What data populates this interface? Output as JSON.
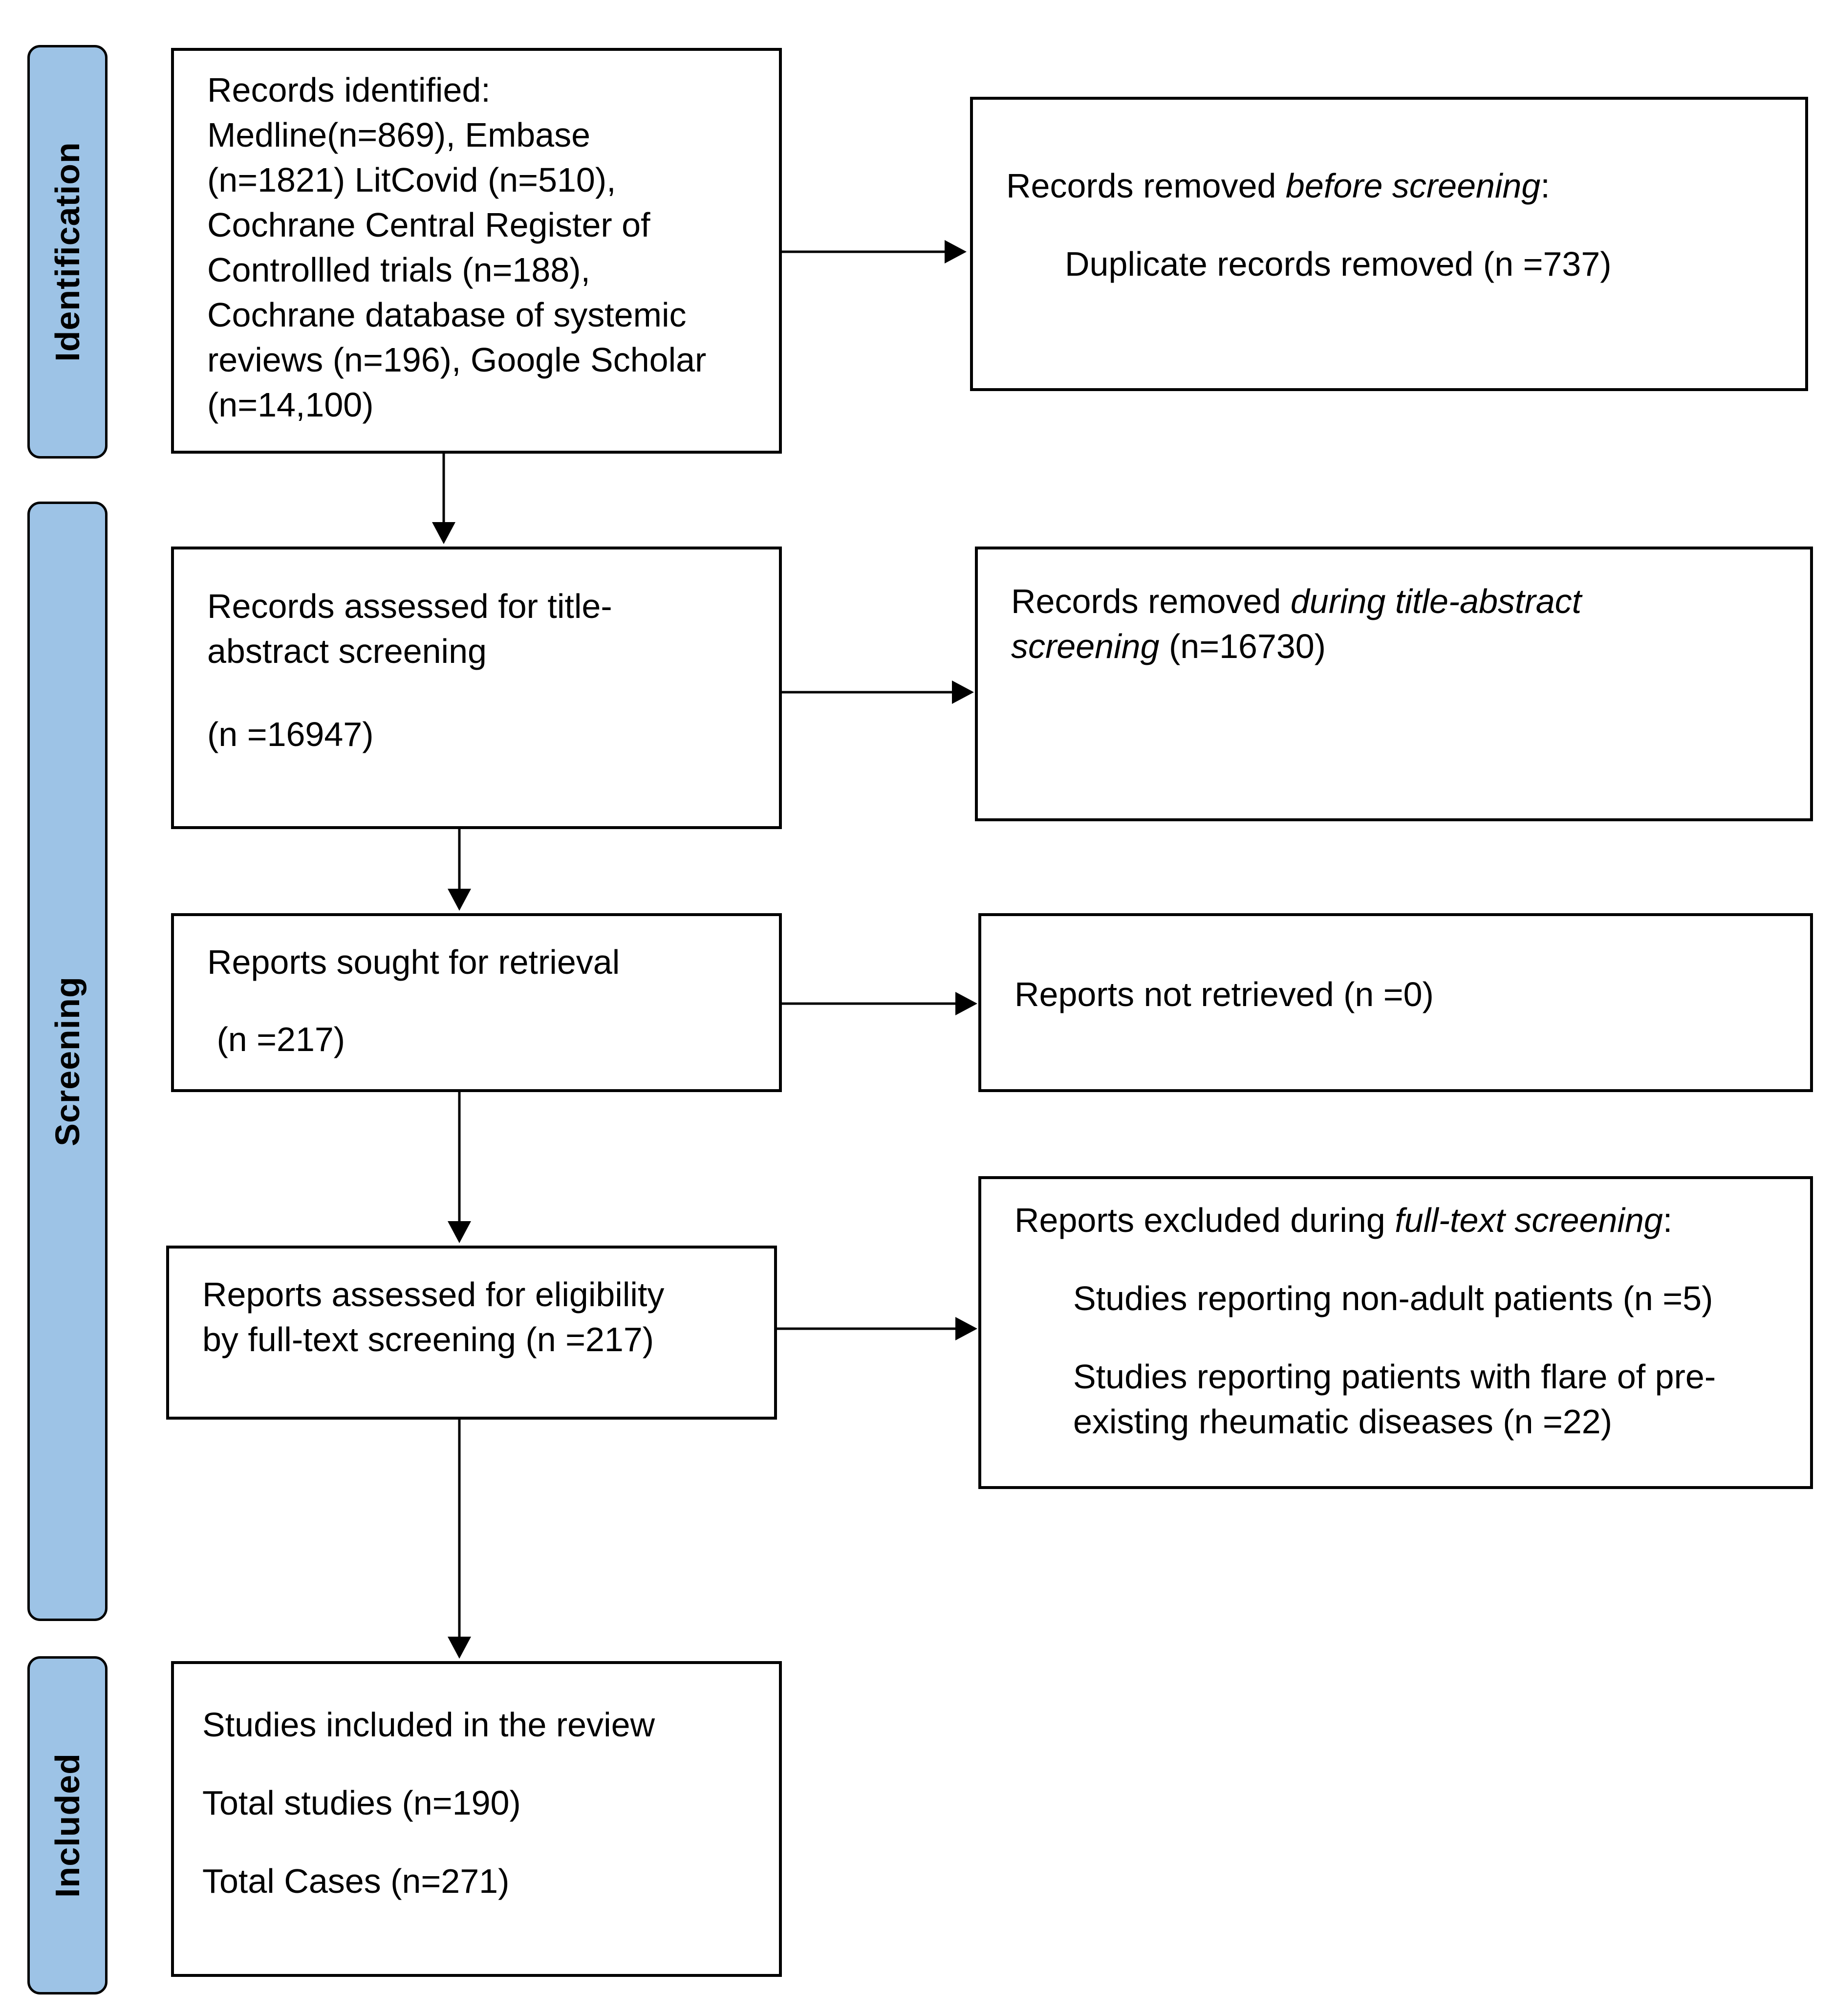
{
  "phases": {
    "identification": "Identification",
    "screening": "Screening",
    "included": "Included"
  },
  "boxes": {
    "records_identified": {
      "line1": "Records identified:",
      "line2": "Medline(n=869), Embase",
      "line3": "(n=1821) LitCovid (n=510),",
      "line4": "Cochrane Central Register of",
      "line5": "Controllled trials (n=188),",
      "line6": "Cochrane database of systemic",
      "line7": "reviews (n=196), Google Scholar",
      "line8": "(n=14,100)"
    },
    "removed_before": {
      "prefix": "Records removed ",
      "italic": "before screening",
      "suffix": ":",
      "detail": "Duplicate records removed (n =737)"
    },
    "assessed_title_abstract": {
      "line1": "Records assessed for title-",
      "line2": "abstract screening",
      "count": "(n =16947)"
    },
    "removed_during": {
      "prefix": "Records removed ",
      "italic1": "during title-abstract",
      "italic2": "screening",
      "suffix": " (n=16730)"
    },
    "sought_retrieval": {
      "line1": "Reports sought for retrieval",
      "count": " (n =217)"
    },
    "not_retrieved": {
      "text": "Reports not retrieved (n =0)"
    },
    "assessed_eligibility": {
      "line1": "Reports assessed for eligibility",
      "line2": "by full-text screening (n =217)"
    },
    "excluded_fulltext": {
      "prefix": "Reports excluded during ",
      "italic": "full-text screening",
      "suffix": ":",
      "reason1": "Studies reporting non-adult patients (n =5)",
      "reason2_line1": "Studies reporting patients with flare of pre-",
      "reason2_line2": "existing rheumatic diseases (n =22)"
    },
    "included": {
      "line1": "Studies included in the review",
      "line2": "Total studies (n=190)",
      "line3": "Total Cases (n=271)"
    }
  }
}
